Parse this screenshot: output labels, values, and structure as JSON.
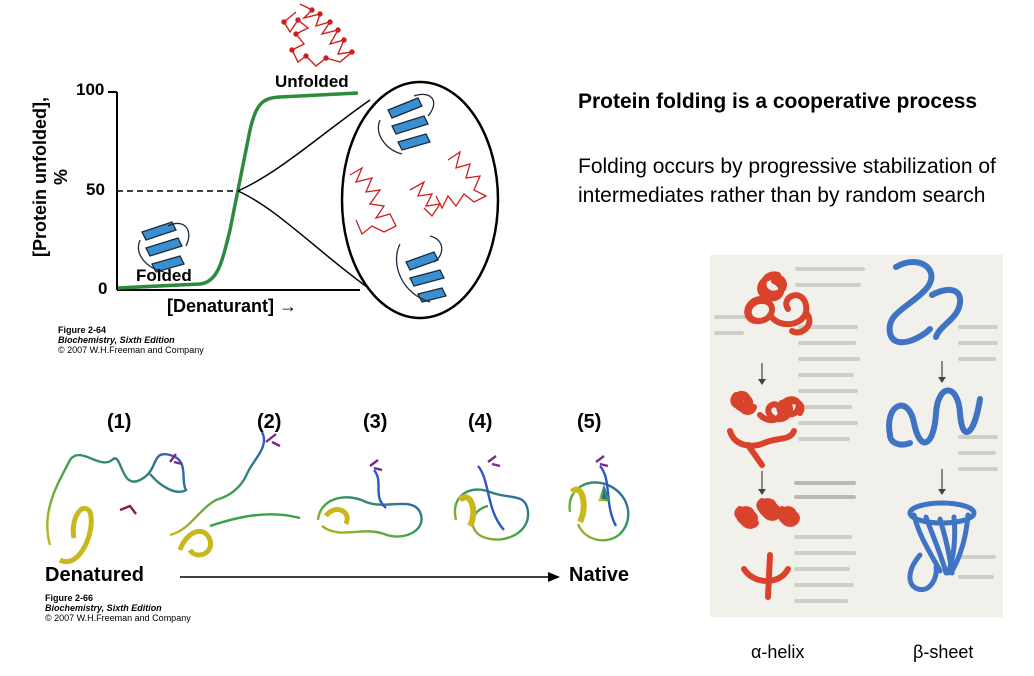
{
  "slide": {
    "heading": "Protein folding is a cooperative process",
    "body": "Folding occurs by progressive stabilization of intermediates rather than by random search"
  },
  "figure_2_64": {
    "ylabel": "[Protein unfolded], %",
    "xlabel": "[Denaturant] →",
    "tick_100": "100",
    "tick_50": "50",
    "tick_0": "0",
    "label_unfolded": "Unfolded",
    "label_folded": "Folded",
    "caption_fig": "Figure 2-64",
    "caption_book": "Biochemistry, Sixth Edition",
    "caption_copy": "© 2007 W.H.Freeman and Company",
    "curve_color": "#2e8b3e",
    "unfolded_color": "#cc1f1f",
    "folded_color": "#3a8fd0"
  },
  "figure_2_66": {
    "steps": [
      "(1)",
      "(2)",
      "(3)",
      "(4)",
      "(5)"
    ],
    "start_label": "Denatured",
    "end_label": "Native",
    "caption_fig": "Figure 2-66",
    "caption_book": "Biochemistry, Sixth Edition",
    "caption_copy": "© 2007 W.H.Freeman and Company"
  },
  "structures": {
    "alpha_label": "α-helix",
    "beta_label": "β-sheet",
    "alpha_color": "#d9432c",
    "beta_color": "#3f73c4"
  }
}
